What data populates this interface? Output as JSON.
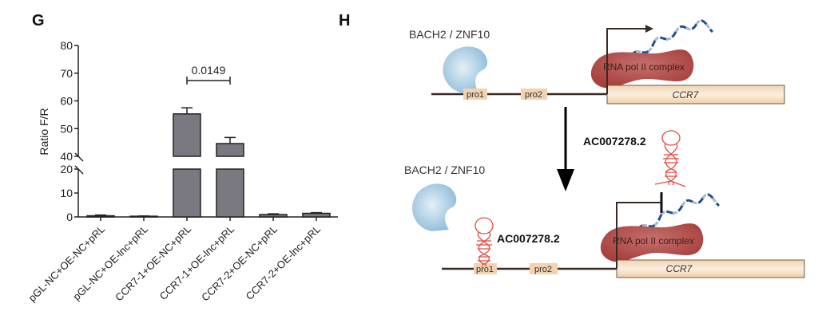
{
  "panels": {
    "g_label": "G",
    "h_label": "H"
  },
  "chart_data": {
    "type": "bar",
    "title": "",
    "xlabel": "",
    "ylabel": "Ratio F/R",
    "categories": [
      "pGL-NC+OE-NC+pRL",
      "pGL-NC+OE-lnc+pRL",
      "CCR7-1+OE-NC+pRL",
      "CCR7-1+OE-lnc+pRL",
      "CCR7-2+OE-NC+pRL",
      "CCR7-2+OE-lnc+pRL"
    ],
    "values": [
      0.5,
      0.3,
      55.3,
      44.6,
      1.0,
      1.5
    ],
    "errors": [
      0.3,
      0.1,
      2.2,
      2.2,
      0.3,
      0.3
    ],
    "axis_break": [
      20,
      40
    ],
    "ylim": [
      0,
      80
    ],
    "yticks_lower": [
      0,
      10,
      20
    ],
    "yticks_upper": [
      40,
      50,
      60,
      70,
      80
    ],
    "grid": false,
    "bar_color": "#7a7880",
    "annotations": [
      {
        "text": "0.0149",
        "between": [
          2,
          3
        ],
        "type": "p-value bracket"
      }
    ]
  },
  "diagram": {
    "top": {
      "factor_label": "BACH2 / ZNF10",
      "promoters": [
        "pro1",
        "pro2"
      ],
      "polymerase_label": "RNA pol II complex",
      "gene_label": "CCR7"
    },
    "lnc_label_free": "AC007278.2",
    "bottom": {
      "factor_label": "BACH2 / ZNF10",
      "lnc_label_bound": "AC007278.2",
      "promoters": [
        "pro1",
        "pro2"
      ],
      "polymerase_label": "RNA pol II complex",
      "gene_label": "CCR7"
    },
    "colors": {
      "factor": "#a9cce3",
      "polymerase": "#b5514f",
      "promoter_box": "#f2d2b0",
      "gene_box": "#f6dcb8",
      "lncrna": "#e24a3f",
      "mrna_dark": "#1f4f8f",
      "mrna_light": "#aab8d6"
    }
  }
}
